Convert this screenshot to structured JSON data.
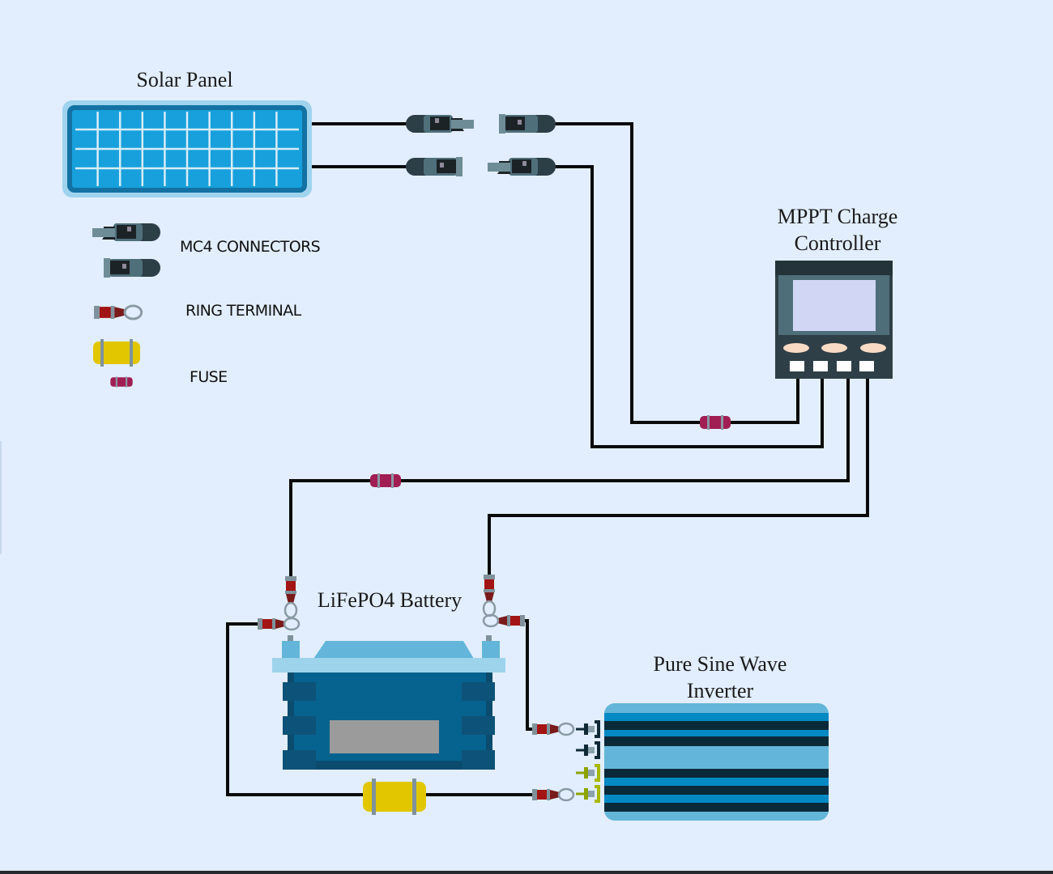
{
  "diagram": {
    "title": "Off-grid solar power system wiring",
    "components": {
      "solar_panel": {
        "label": "Solar Panel"
      },
      "charge_controller": {
        "label_line1": "MPPT Charge",
        "label_line2": "Controller"
      },
      "battery": {
        "label": "LiFePO4 Battery"
      },
      "inverter": {
        "label_line1": "Pure Sine Wave",
        "label_line2": "Inverter"
      }
    },
    "legend": {
      "items": [
        {
          "icon": "mc4-connector-icon",
          "label": "MC4 CONNECTORS"
        },
        {
          "icon": "ring-terminal-icon",
          "label": "RING TERMINAL"
        },
        {
          "icon": "fuse-icon",
          "label": "FUSE"
        }
      ]
    },
    "connections": [
      {
        "from": "solar_panel",
        "to": "charge_controller",
        "via": [
          "MC4 connectors",
          "inline fuse"
        ]
      },
      {
        "from": "charge_controller",
        "to": "battery",
        "via": [
          "inline fuse",
          "ring terminals"
        ]
      },
      {
        "from": "battery",
        "to": "inverter",
        "via": [
          "ring terminals",
          "main fuse"
        ]
      }
    ],
    "colors": {
      "background": "#e2eefd",
      "wire": "#0a0a0a",
      "panel_blue": "#17a0dc",
      "panel_frame": "#1372a3",
      "battery_body": "#06628f",
      "inverter_stripe": "#0a2a3a",
      "fuse_small": "#a01e53",
      "fuse_large": "#e2c600",
      "ring_terminal": "#8b1010"
    }
  }
}
